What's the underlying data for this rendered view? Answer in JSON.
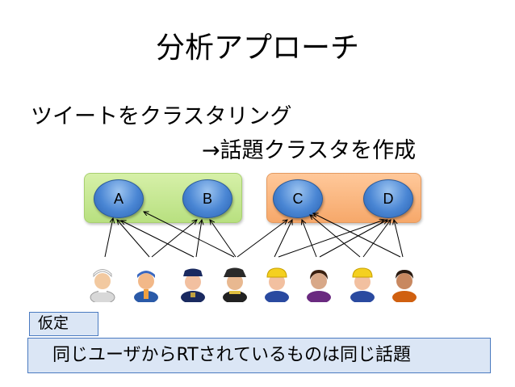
{
  "title": "分析アプローチ",
  "body": {
    "line1": "ツイートをクラスタリング",
    "line2": "→話題クラスタを作成"
  },
  "clusters": [
    {
      "nodes": [
        "A",
        "B"
      ],
      "color": "#c8e898"
    },
    {
      "nodes": [
        "C",
        "D"
      ],
      "color": "#f8b480"
    }
  ],
  "users": [
    {
      "icon": "nurse-user-icon"
    },
    {
      "icon": "worker-user-icon"
    },
    {
      "icon": "police-user-icon"
    },
    {
      "icon": "firefighter-user-icon"
    },
    {
      "icon": "hardhat-user-icon"
    },
    {
      "icon": "purple-user-icon"
    },
    {
      "icon": "hardhat-user-icon"
    },
    {
      "icon": "orange-user-icon"
    }
  ],
  "assumption": {
    "tag": "仮定",
    "text": "同じユーザからRTされているものは同じ話題"
  }
}
